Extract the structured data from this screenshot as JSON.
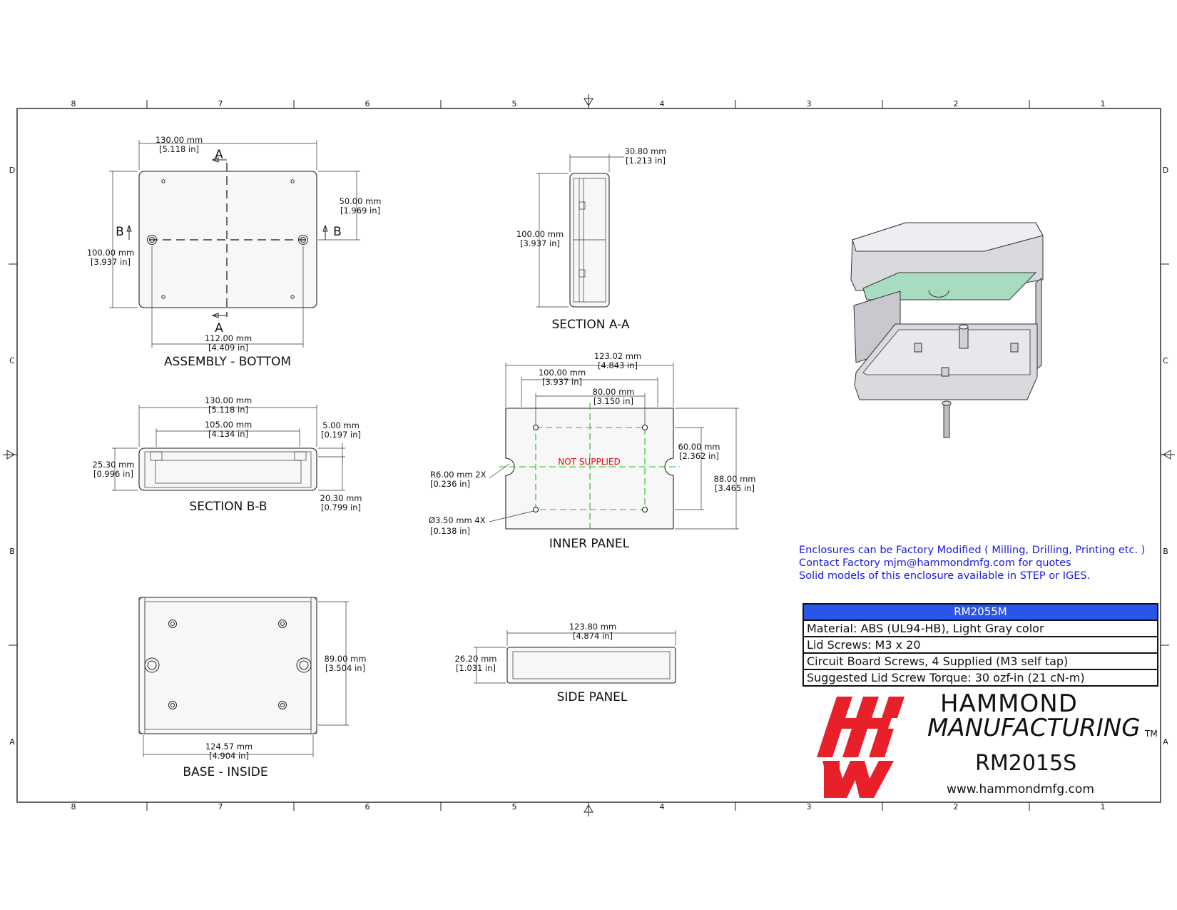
{
  "zones": {
    "columns": [
      "8",
      "7",
      "6",
      "5",
      "4",
      "3",
      "2",
      "1"
    ],
    "rows": [
      "D",
      "C",
      "B",
      "A"
    ]
  },
  "views": {
    "assembly_bottom": {
      "label": "ASSEMBLY - BOTTOM",
      "width_mm": "130.00 mm",
      "width_in": "[5.118 in]",
      "height_mm": "100.00 mm",
      "height_in": "[3.937 in]",
      "half_mm": "50.00 mm",
      "half_in": "[1.969 in]",
      "hole_span_mm": "112.00 mm",
      "hole_span_in": "[4.409 in]",
      "section_a": "A",
      "section_b": "B"
    },
    "section_aa": {
      "label": "SECTION A-A",
      "depth_mm": "30.80 mm",
      "depth_in": "[1.213 in]",
      "height_mm": "100.00 mm",
      "height_in": "[3.937 in]"
    },
    "section_bb": {
      "label": "SECTION B-B",
      "width_mm": "130.00 mm",
      "width_in": "[5.118 in]",
      "inner_mm": "105.00 mm",
      "inner_in": "[4.134 in]",
      "top_mm": "5.00 mm",
      "top_in": "[0.197 in]",
      "height_mm": "25.30 mm",
      "height_in": "[0.996 in]",
      "lower_mm": "20.30 mm",
      "lower_in": "[0.799 in]"
    },
    "inner_panel": {
      "label": "INNER PANEL",
      "width_mm": "123.02 mm",
      "width_in": "[4.843 in]",
      "span1_mm": "100.00 mm",
      "span1_in": "[3.937 in]",
      "span2_mm": "80.00 mm",
      "span2_in": "[3.150 in]",
      "vspan_mm": "60.00 mm",
      "vspan_in": "[2.362 in]",
      "height_mm": "88.00 mm",
      "height_in": "[3.465 in]",
      "radius_mm": "R6.00 mm 2X",
      "radius_in": "[0.236 in]",
      "hole_mm": "Ø3.50 mm 4X",
      "hole_in": "[0.138 in]",
      "not_supplied": "NOT SUPPLIED"
    },
    "base_inside": {
      "label": "BASE - INSIDE",
      "height_mm": "89.00 mm",
      "height_in": "[3.504 in]",
      "width_mm": "124.57 mm",
      "width_in": "[4.904 in]"
    },
    "side_panel": {
      "label": "SIDE PANEL",
      "width_mm": "123.80 mm",
      "width_in": "[4.874 in]",
      "height_mm": "26.20 mm",
      "height_in": "[1.031 in]"
    }
  },
  "notes": [
    "Enclosures can be Factory Modified ( Milling, Drilling, Printing etc. )",
    "Contact Factory mjm@hammondmfg.com for quotes",
    "Solid models of this enclosure available in STEP or IGES."
  ],
  "spec_table": {
    "header": "RM2055M",
    "rows": [
      "Material: ABS (UL94-HB),  Light Gray color",
      "Lid Screws: M3 x 20",
      "Circuit Board Screws, 4 Supplied (M3 self tap)",
      "Suggested Lid Screw Torque: 30 ozf-in (21 cN-m)"
    ]
  },
  "brand": {
    "name_line1": "HAMMOND",
    "name_line2": "MANUFACTURING",
    "tm": "TM",
    "part_number": "RM2015S",
    "website": "www.hammondmfg.com",
    "logo_color": "#e8202a"
  },
  "colors": {
    "note_blue": "#1a1adc",
    "table_header": "#2a55e8",
    "pcb_green": "#a8dcc0",
    "not_supplied_red": "#e01010"
  }
}
